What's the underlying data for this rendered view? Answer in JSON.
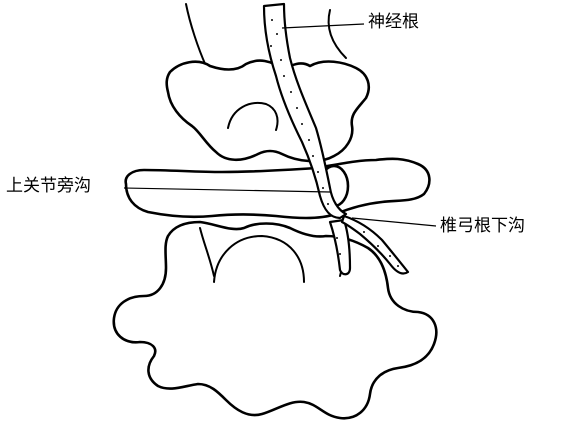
{
  "labels": {
    "nerve_root": "神经根",
    "superior_articular_para_groove": "上关节旁沟",
    "subpedicular_groove": "椎弓根下沟"
  },
  "colors": {
    "ink": "#000000",
    "background": "#ffffff"
  }
}
